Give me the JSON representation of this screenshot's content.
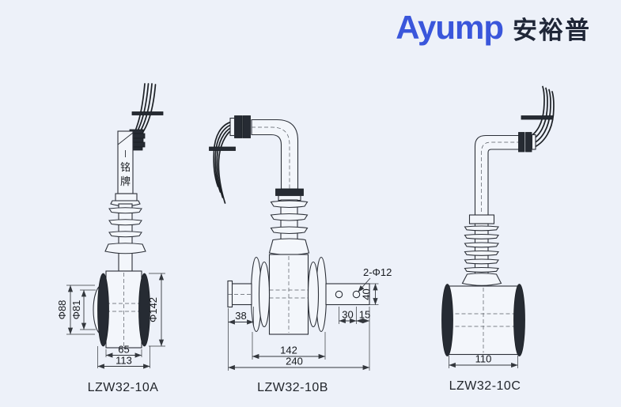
{
  "logo": {
    "latin": "Ayump",
    "chinese": "安裕普"
  },
  "colors": {
    "background": "#EDF1F9",
    "logo_blue": "#3A56DB",
    "logo_dark": "#1F2637",
    "line": "#2C3038"
  },
  "diagrams": [
    {
      "model": "LZW32-10A",
      "nameplate": [
        "铭",
        "牌"
      ],
      "dims": {
        "cap_outer": "Φ88",
        "cap_inner": "Φ81",
        "disc_diameter": "Φ142",
        "body_width": "65",
        "overall_width": "113"
      }
    },
    {
      "model": "LZW32-10B",
      "dims": {
        "stub_length": "38",
        "mounting_holes": "2-Φ12",
        "arm_height": "40",
        "hole_spacing": "30",
        "hole_to_end": "15",
        "flange_span": "142",
        "overall_width": "240"
      }
    },
    {
      "model": "LZW32-10C",
      "dims": {
        "body_width": "110"
      }
    }
  ]
}
